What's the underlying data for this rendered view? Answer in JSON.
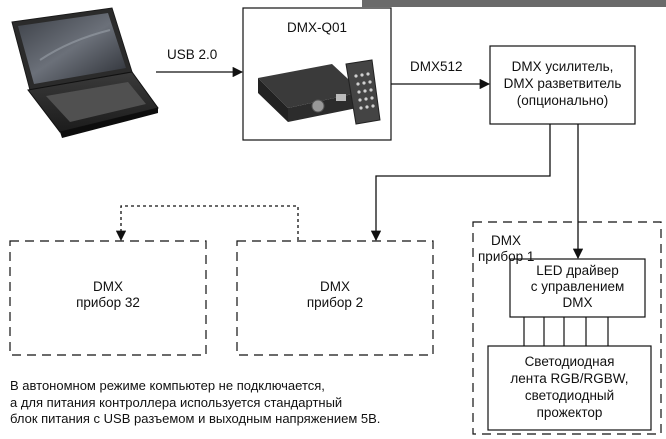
{
  "controller": {
    "title": "DMX-Q01"
  },
  "connections": {
    "usb": "USB 2.0",
    "dmx": "DMX512"
  },
  "amplifier": {
    "line1": "DMX усилитель,",
    "line2": "DMX разветвитель",
    "line3": "(опционально)"
  },
  "devices": {
    "device32": {
      "line1": "DMX",
      "line2": "прибор 32"
    },
    "device2": {
      "line1": "DMX",
      "line2": "прибор 2"
    },
    "device1": {
      "line1": "DMX",
      "line2": "прибор 1"
    }
  },
  "led_driver": {
    "line1": "LED драйвер",
    "line2": "с управлением",
    "line3": "DMX"
  },
  "led_strip": {
    "line1": "Светодиодная",
    "line2": "лента RGB/RGBW,",
    "line3": "светодиодный",
    "line4": "прожектор"
  },
  "note": "В автономном режиме компьютер не подключается,\nа для питания контроллера используется стандартный\nблок питания с USB разъемом и выходным напряжением 5В."
}
